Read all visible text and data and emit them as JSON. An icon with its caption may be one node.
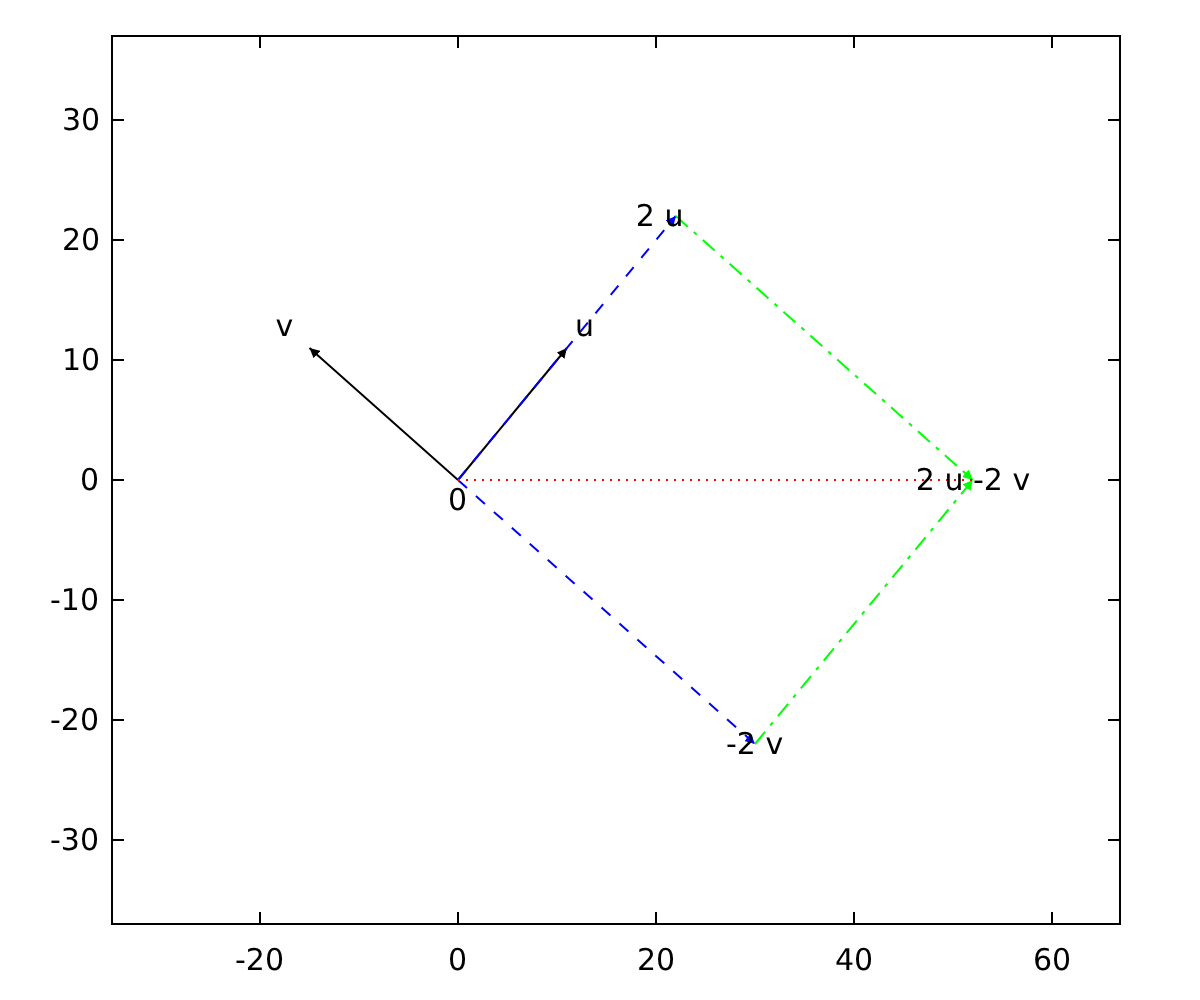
{
  "diagram": {
    "nodes": [
      {
        "text": [
          "0"
        ]
      },
      {
        "text": [
          "u"
        ]
      },
      {
        "text": [
          "v"
        ]
      },
      {
        "text": [
          "2 u"
        ]
      },
      {
        "text": [
          "-2 v"
        ]
      },
      {
        "text": [
          "2 u -2 v"
        ]
      }
    ],
    "edges": [
      {
        "from": 0,
        "to": 1,
        "arrow": "to"
      },
      {
        "from": 0,
        "to": 2,
        "arrow": "to"
      },
      {
        "from": 0,
        "to": 3,
        "arrow": "to",
        "style": "dashed",
        "color": "#0000ff"
      },
      {
        "from": 0,
        "to": 4,
        "arrow": "to",
        "style": "dashed",
        "color": "#0000ff"
      },
      {
        "from": 3,
        "to": 5,
        "arrow": "to",
        "style": "dashed",
        "color": "#00ff00"
      },
      {
        "from": 4,
        "to": 5,
        "arrow": "to",
        "style": "dashed",
        "color": "#00ff00"
      },
      {
        "from": 0,
        "to": 5,
        "arrow": "none",
        "style": "dashed",
        "color": "#ff0000"
      }
    ],
    "labels": [
      "30",
      "20",
      "10",
      "0",
      "-10",
      "-20",
      "-30",
      "-20",
      "0",
      "20",
      "40",
      "60"
    ]
  }
}
